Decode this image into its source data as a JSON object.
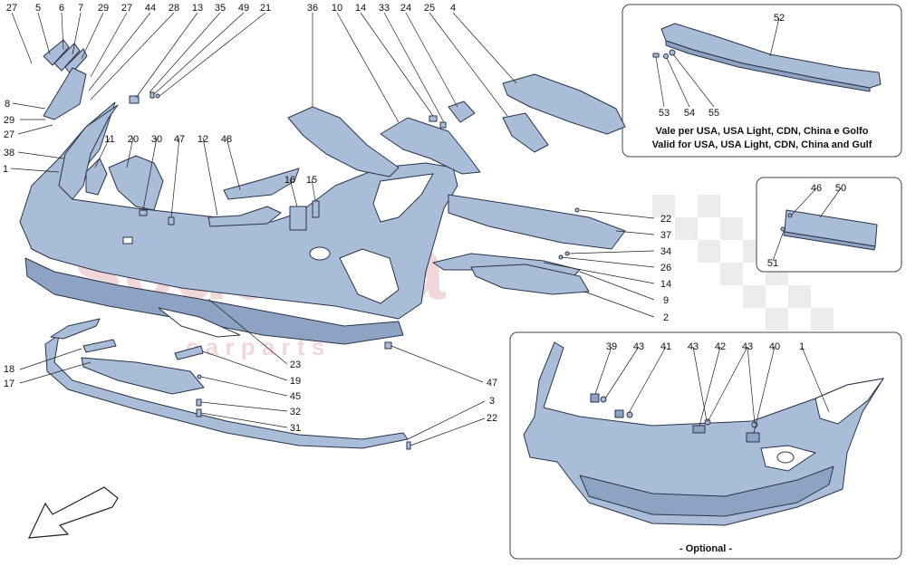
{
  "labels": [
    {
      "id": "l27a",
      "text": "27"
    },
    {
      "id": "l5",
      "text": "5"
    },
    {
      "id": "l6",
      "text": "6"
    },
    {
      "id": "l7",
      "text": "7"
    },
    {
      "id": "l29a",
      "text": "29"
    },
    {
      "id": "l27b",
      "text": "27"
    },
    {
      "id": "l44",
      "text": "44"
    },
    {
      "id": "l28",
      "text": "28"
    },
    {
      "id": "l13",
      "text": "13"
    },
    {
      "id": "l35",
      "text": "35"
    },
    {
      "id": "l49",
      "text": "49"
    },
    {
      "id": "l21",
      "text": "21"
    },
    {
      "id": "l36",
      "text": "36"
    },
    {
      "id": "l10",
      "text": "10"
    },
    {
      "id": "l14a",
      "text": "14"
    },
    {
      "id": "l33",
      "text": "33"
    },
    {
      "id": "l24",
      "text": "24"
    },
    {
      "id": "l25",
      "text": "25"
    },
    {
      "id": "l4",
      "text": "4"
    },
    {
      "id": "l8",
      "text": "8"
    },
    {
      "id": "l29b",
      "text": "29"
    },
    {
      "id": "l27c",
      "text": "27"
    },
    {
      "id": "l38",
      "text": "38"
    },
    {
      "id": "l1a",
      "text": "1"
    },
    {
      "id": "l11",
      "text": "11"
    },
    {
      "id": "l20",
      "text": "20"
    },
    {
      "id": "l30",
      "text": "30"
    },
    {
      "id": "l47a",
      "text": "47"
    },
    {
      "id": "l12",
      "text": "12"
    },
    {
      "id": "l48",
      "text": "48"
    },
    {
      "id": "l16",
      "text": "16"
    },
    {
      "id": "l15",
      "text": "15"
    },
    {
      "id": "l22a",
      "text": "22"
    },
    {
      "id": "l37",
      "text": "37"
    },
    {
      "id": "l34",
      "text": "34"
    },
    {
      "id": "l26",
      "text": "26"
    },
    {
      "id": "l14b",
      "text": "14"
    },
    {
      "id": "l9",
      "text": "9"
    },
    {
      "id": "l2",
      "text": "2"
    },
    {
      "id": "l18",
      "text": "18"
    },
    {
      "id": "l17",
      "text": "17"
    },
    {
      "id": "l23",
      "text": "23"
    },
    {
      "id": "l19",
      "text": "19"
    },
    {
      "id": "l45",
      "text": "45"
    },
    {
      "id": "l32",
      "text": "32"
    },
    {
      "id": "l31",
      "text": "31"
    },
    {
      "id": "l47b",
      "text": "47"
    },
    {
      "id": "l3",
      "text": "3"
    },
    {
      "id": "l22b",
      "text": "22"
    },
    {
      "id": "l52",
      "text": "52"
    },
    {
      "id": "l53",
      "text": "53"
    },
    {
      "id": "l54",
      "text": "54"
    },
    {
      "id": "l55",
      "text": "55"
    },
    {
      "id": "l46",
      "text": "46"
    },
    {
      "id": "l50",
      "text": "50"
    },
    {
      "id": "l51",
      "text": "51"
    },
    {
      "id": "l39",
      "text": "39"
    },
    {
      "id": "l43a",
      "text": "43"
    },
    {
      "id": "l41",
      "text": "41"
    },
    {
      "id": "l43b",
      "text": "43"
    },
    {
      "id": "l42",
      "text": "42"
    },
    {
      "id": "l43c",
      "text": "43"
    },
    {
      "id": "l40",
      "text": "40"
    },
    {
      "id": "l1b",
      "text": "1"
    }
  ],
  "usa_panel": {
    "caption_it": "Vale per USA, USA Light, CDN, China e Golfo",
    "caption_en": "Valid for USA, USA Light, CDN, China and Gulf"
  },
  "optional_panel": {
    "caption": "- Optional -"
  },
  "watermark": {
    "line1": "scuderia",
    "line2": "c a r   p a r t s"
  },
  "colors": {
    "part_fill": "#a9bcd8",
    "outline": "#2a3447",
    "watermark": "#e8b8bc"
  },
  "icons": {
    "direction": "arrow-down-left-icon"
  }
}
